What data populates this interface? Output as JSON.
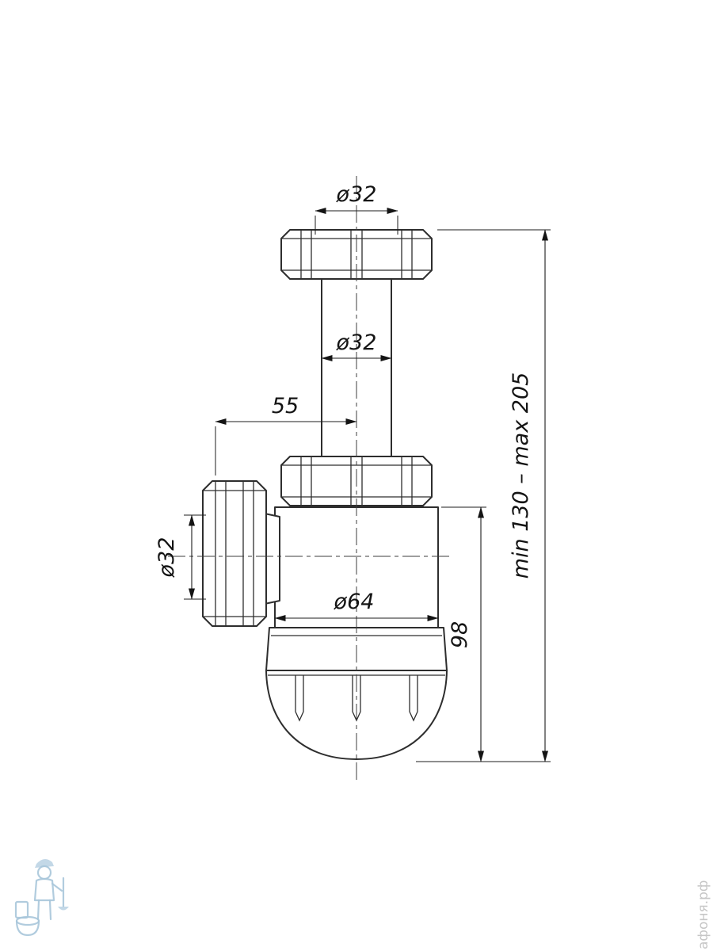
{
  "drawing": {
    "type": "technical-drawing-bottle-trap-siphon",
    "dimensions": {
      "top_diameter": "ø32",
      "pipe_diameter": "ø32",
      "inlet_offset": "55",
      "side_diameter": "ø32",
      "body_diameter": "ø64",
      "body_height": "98",
      "height_range": "min 130 – max 205"
    },
    "watermark_text": "афоня.рф",
    "colors": {
      "line": "#2e2e2e",
      "dimension": "#1c1c1c",
      "watermark_text": "#c6c6c6",
      "watermark_logo": "#a9c6da",
      "background": "#ffffff"
    }
  }
}
